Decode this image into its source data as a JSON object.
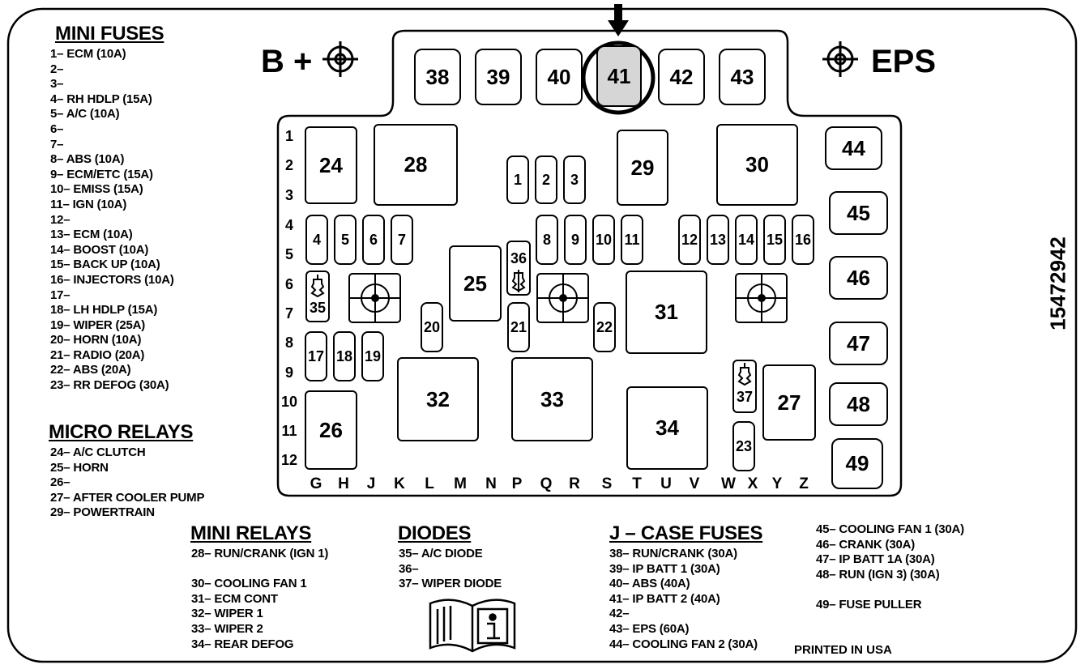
{
  "header": {
    "b_plus": "B +",
    "eps": "EPS"
  },
  "part_number": "15472942",
  "footer": "PRINTED IN USA",
  "mini_fuses": {
    "title": "MINI FUSES",
    "items": [
      "1– ECM (10A)",
      "2–",
      "3–",
      "4– RH HDLP (15A)",
      "5– A/C (10A)",
      "6–",
      "7–",
      "8– ABS (10A)",
      "9– ECM/ETC (15A)",
      "10– EMISS (15A)",
      "11– IGN (10A)",
      "12–",
      "13– ECM (10A)",
      "14– BOOST (10A)",
      "15– BACK UP (10A)",
      "16– INJECTORS (10A)",
      "17–",
      "18– LH HDLP (15A)",
      "19– WIPER (25A)",
      "20– HORN (10A)",
      "21– RADIO (20A)",
      "22– ABS (20A)",
      "23– RR DEFOG (30A)"
    ]
  },
  "micro_relays": {
    "title": "MICRO RELAYS",
    "items": [
      "24– A/C CLUTCH",
      "25– HORN",
      "26–",
      "27– AFTER COOLER PUMP",
      "29– POWERTRAIN"
    ]
  },
  "mini_relays": {
    "title": "MINI RELAYS",
    "items": [
      "28– RUN/CRANK (IGN 1)",
      "",
      "30– COOLING FAN 1",
      "31– ECM CONT",
      "32– WIPER 1",
      "33– WIPER 2",
      "34– REAR DEFOG"
    ]
  },
  "diodes": {
    "title": "DIODES",
    "items": [
      "35– A/C DIODE",
      "36–",
      "37– WIPER DIODE"
    ]
  },
  "jcase_fuses": {
    "title": "J – CASE FUSES",
    "items": [
      "38– RUN/CRANK (30A)",
      "39– IP BATT 1 (30A)",
      "40– ABS (40A)",
      "41– IP BATT 2 (40A)",
      "42–",
      "43– EPS (60A)",
      "44– COOLING FAN 2 (30A)"
    ],
    "items_right": [
      "45– COOLING FAN 1 (30A)",
      "46– CRANK (30A)",
      "47– IP BATT 1A (30A)",
      "48– RUN (IGN 3) (30A)",
      "",
      "49– FUSE PULLER"
    ]
  },
  "row_labels": [
    "1",
    "2",
    "3",
    "4",
    "5",
    "6",
    "7",
    "8",
    "9",
    "10",
    "11",
    "12"
  ],
  "col_labels": [
    "G",
    "H",
    "J",
    "K",
    "L",
    "M",
    "N",
    "P",
    "Q",
    "R",
    "S",
    "T",
    "U",
    "V",
    "W",
    "X",
    "Y",
    "Z"
  ],
  "components": {
    "c1": "1",
    "c2": "2",
    "c3": "3",
    "c4": "4",
    "c5": "5",
    "c6": "6",
    "c7": "7",
    "c8": "8",
    "c9": "9",
    "c10": "10",
    "c11": "11",
    "c12": "12",
    "c13": "13",
    "c14": "14",
    "c15": "15",
    "c16": "16",
    "c17": "17",
    "c18": "18",
    "c19": "19",
    "c20": "20",
    "c21": "21",
    "c22": "22",
    "c23": "23",
    "c24": "24",
    "c25": "25",
    "c26": "26",
    "c27": "27",
    "c28": "28",
    "c29": "29",
    "c30": "30",
    "c31": "31",
    "c32": "32",
    "c33": "33",
    "c34": "34",
    "c35": "35",
    "c36": "36",
    "c37": "37",
    "c38": "38",
    "c39": "39",
    "c40": "40",
    "c41": "41",
    "c42": "42",
    "c43": "43",
    "c44": "44",
    "c45": "45",
    "c46": "46",
    "c47": "47",
    "c48": "48",
    "c49": "49"
  },
  "colors": {
    "line": "#000000",
    "background": "#ffffff",
    "highlight_fill": "#d6d6d6"
  },
  "icons": [
    "ground-stud-icon",
    "down-arrow-icon",
    "owner-manual-icon",
    "mounting-bolt-icon",
    "diode-icon"
  ]
}
